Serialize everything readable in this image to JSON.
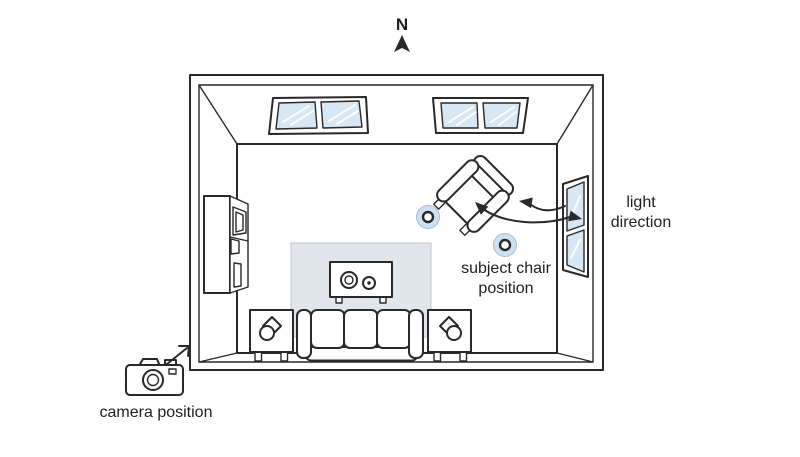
{
  "colors": {
    "bg": "#ffffff",
    "line": "#29292b",
    "text": "#1f1f21",
    "glass": "#d8e7f4",
    "rug": "#e0e6ea",
    "rugEdge": "#c6cfd6",
    "marker": "#cfe1f0",
    "markerEdge": "#a9c1d6"
  },
  "compass": {
    "label": "N"
  },
  "annotations": {
    "light_direction": {
      "line1": "light",
      "line2": "direction"
    },
    "subject_chair": {
      "line1": "subject chair",
      "line2": "position"
    },
    "camera": {
      "label": "camera position"
    }
  },
  "icons": {
    "north_arrow": "solid-up-triangle",
    "camera": "camera-outline",
    "camera_direction": "arrow-up-right",
    "light_arrows": "curved-double-arrows",
    "position_marker": "blue-donut-circle"
  }
}
